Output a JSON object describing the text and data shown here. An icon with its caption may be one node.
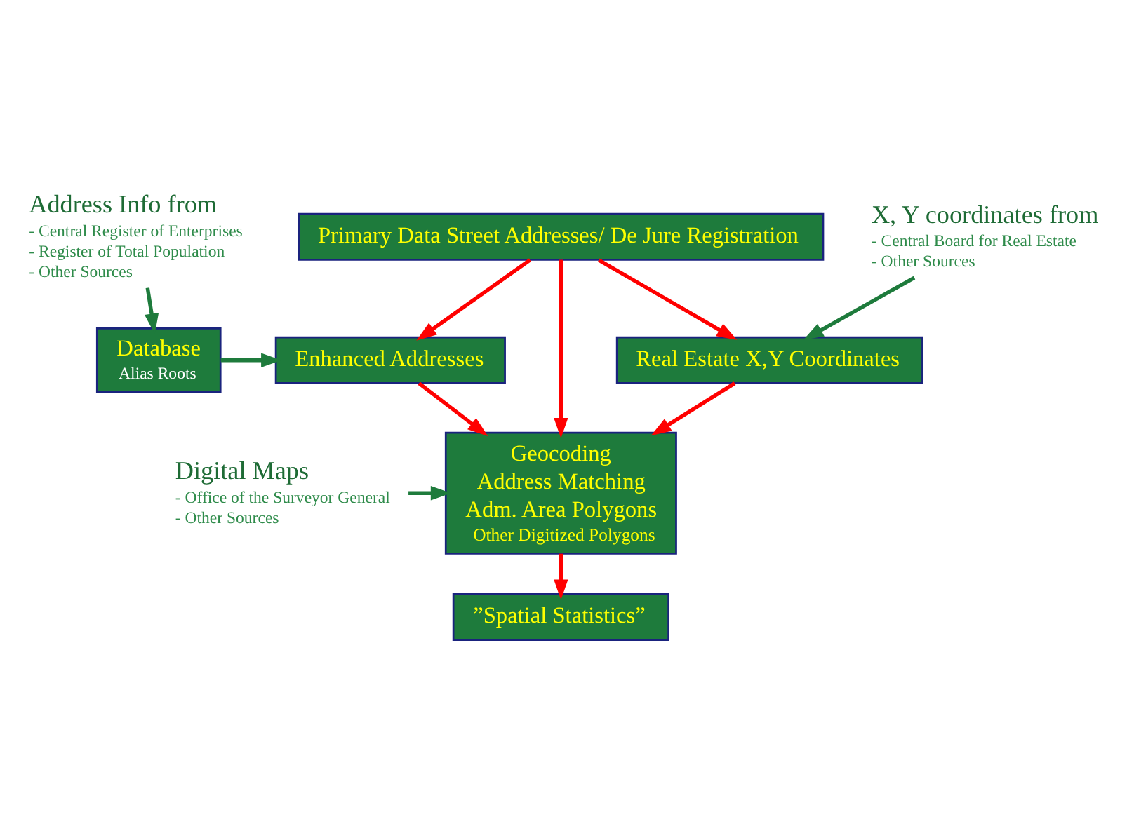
{
  "diagram": {
    "nodes": [
      {
        "text": [
          "Address Info from",
          "- Central Register of Enterprises",
          "- Register of Total Population",
          "- Other Sources"
        ]
      },
      {
        "text": [
          "X, Y coordinates from",
          "- Central Board for Real Estate",
          "- Other Sources"
        ]
      },
      {
        "text": [
          "Primary Data Street Addresses/ De Jure Registration"
        ]
      },
      {
        "text": [
          "Database",
          "Alias Roots"
        ]
      },
      {
        "text": [
          "Enhanced Addresses"
        ]
      },
      {
        "text": [
          "Real Estate X,Y Coordinates"
        ]
      },
      {
        "text": [
          "Digital Maps",
          "- Office of the Surveyor General",
          "- Other Sources"
        ]
      },
      {
        "text": [
          "Geocoding",
          "Address Matching",
          "Adm. Area Polygons",
          "Other Digitized Polygons"
        ]
      },
      {
        "text": [
          "”Spatial Statistics”"
        ]
      }
    ],
    "edges": [
      {
        "from": 0,
        "to": 3,
        "arrow": "to",
        "color": "#1e7b3c"
      },
      {
        "from": 1,
        "to": 5,
        "arrow": "to",
        "color": "#1e7b3c"
      },
      {
        "from": 2,
        "to": 4,
        "arrow": "to"
      },
      {
        "from": 2,
        "to": 7,
        "arrow": "to"
      },
      {
        "from": 2,
        "to": 5,
        "arrow": "to"
      },
      {
        "from": 3,
        "to": 4,
        "arrow": "to",
        "color": "#1e7b3c"
      },
      {
        "from": 4,
        "to": 7,
        "arrow": "to"
      },
      {
        "from": 5,
        "to": 7,
        "arrow": "to"
      },
      {
        "from": 6,
        "to": 7,
        "arrow": "to",
        "color": "#1e7b3c"
      },
      {
        "from": 7,
        "to": 8,
        "arrow": "to"
      }
    ]
  }
}
